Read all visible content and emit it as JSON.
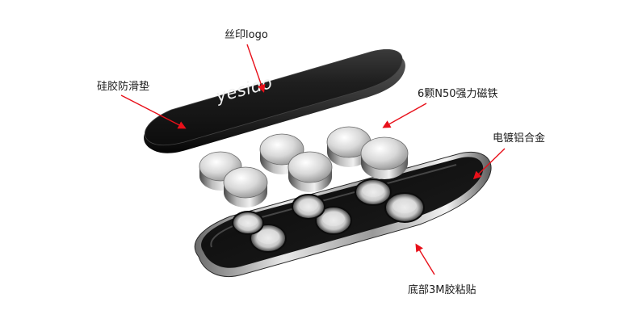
{
  "labels": {
    "silk_print": "丝印logo",
    "silicone_pad": "硅胶防滑垫",
    "magnets": "6颗N50强力磁铁",
    "plating": "电镀铝合金",
    "adhesive": "底部3M胶粘贴"
  },
  "logo_text": "yesido",
  "colors": {
    "arrow": "#e8101a",
    "pad": "#1c1c1c",
    "metal_light": "#f2f2f2",
    "metal_dark": "#3a3a3a"
  }
}
